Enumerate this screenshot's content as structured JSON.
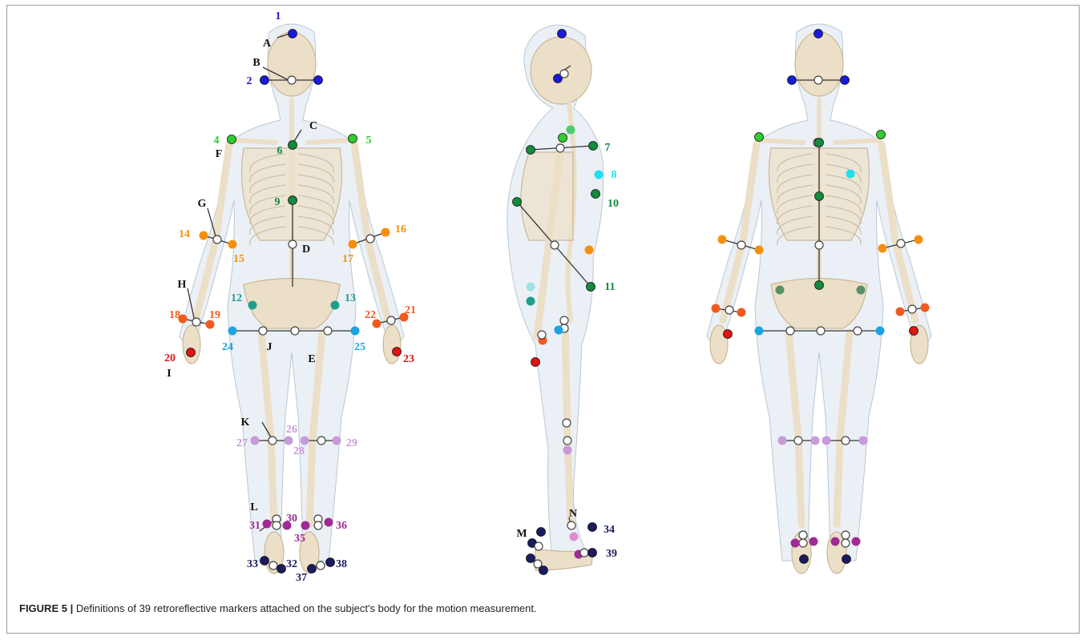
{
  "caption": {
    "label": "FIGURE 5 |",
    "text": " Definitions of 39 retroreflective markers attached on the subject's body for the motion measurement."
  },
  "colors": {
    "blue": "#1a1adb",
    "green_light": "#2ecc2e",
    "green_dark": "#138a3c",
    "cyan": "#20e0f0",
    "teal": "#1f9e8e",
    "orange": "#f5900f",
    "orange_red": "#f05a1e",
    "red": "#e01414",
    "sky": "#1aa4e0",
    "lavender": "#c79ad8",
    "magenta": "#a02a95",
    "navy": "#1b1b60",
    "bone": "#ecdfc7",
    "bone_edge": "#c9b89a",
    "body": "#d9e4ec"
  },
  "views": [
    {
      "name": "front-view"
    },
    {
      "name": "side-view"
    },
    {
      "name": "back-view"
    }
  ],
  "marker_labels": [
    "1",
    "2",
    "4",
    "5",
    "6",
    "7",
    "8",
    "9",
    "10",
    "11",
    "12",
    "13",
    "14",
    "15",
    "16",
    "17",
    "18",
    "19",
    "20",
    "21",
    "22",
    "23",
    "24",
    "25",
    "26",
    "27",
    "28",
    "29",
    "30",
    "31",
    "32",
    "33",
    "34",
    "35",
    "36",
    "37",
    "38",
    "39"
  ],
  "landmark_labels": [
    "A",
    "B",
    "C",
    "D",
    "E",
    "F",
    "G",
    "H",
    "I",
    "J",
    "K",
    "L",
    "M",
    "N"
  ]
}
